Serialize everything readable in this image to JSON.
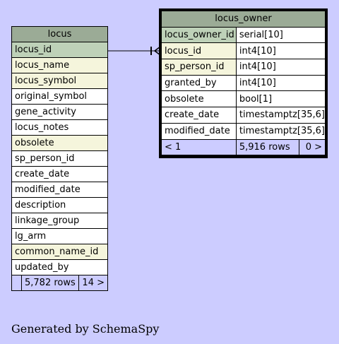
{
  "locus": {
    "title": "locus",
    "columns": [
      {
        "name": "locus_id",
        "kind": "pk"
      },
      {
        "name": "locus_name",
        "kind": "idx"
      },
      {
        "name": "locus_symbol",
        "kind": "idx"
      },
      {
        "name": "original_symbol",
        "kind": ""
      },
      {
        "name": "gene_activity",
        "kind": ""
      },
      {
        "name": "locus_notes",
        "kind": ""
      },
      {
        "name": "obsolete",
        "kind": "idx"
      },
      {
        "name": "sp_person_id",
        "kind": ""
      },
      {
        "name": "create_date",
        "kind": ""
      },
      {
        "name": "modified_date",
        "kind": ""
      },
      {
        "name": "description",
        "kind": ""
      },
      {
        "name": "linkage_group",
        "kind": ""
      },
      {
        "name": "lg_arm",
        "kind": ""
      },
      {
        "name": "common_name_id",
        "kind": "idx"
      },
      {
        "name": "updated_by",
        "kind": ""
      }
    ],
    "footer": {
      "left": "",
      "rows": "5,782 rows",
      "right": "14 >"
    }
  },
  "locus_owner": {
    "title": "locus_owner",
    "columns": [
      {
        "name": "locus_owner_id",
        "type": "serial[10]",
        "kind": "pk"
      },
      {
        "name": "locus_id",
        "type": "int4[10]",
        "kind": "idx"
      },
      {
        "name": "sp_person_id",
        "type": "int4[10]",
        "kind": "idx"
      },
      {
        "name": "granted_by",
        "type": "int4[10]",
        "kind": ""
      },
      {
        "name": "obsolete",
        "type": "bool[1]",
        "kind": ""
      },
      {
        "name": "create_date",
        "type": "timestamptz[35,6]",
        "kind": ""
      },
      {
        "name": "modified_date",
        "type": "timestamptz[35,6]",
        "kind": ""
      }
    ],
    "footer": {
      "left": "< 1",
      "rows": "5,916 rows",
      "right": "0 >"
    }
  },
  "caption": "Generated by SchemaSpy",
  "colors": {
    "background": "#ccccff",
    "header": "#9bab96",
    "primary_key": "#bed1b8",
    "indexed": "#f5f5dc"
  }
}
